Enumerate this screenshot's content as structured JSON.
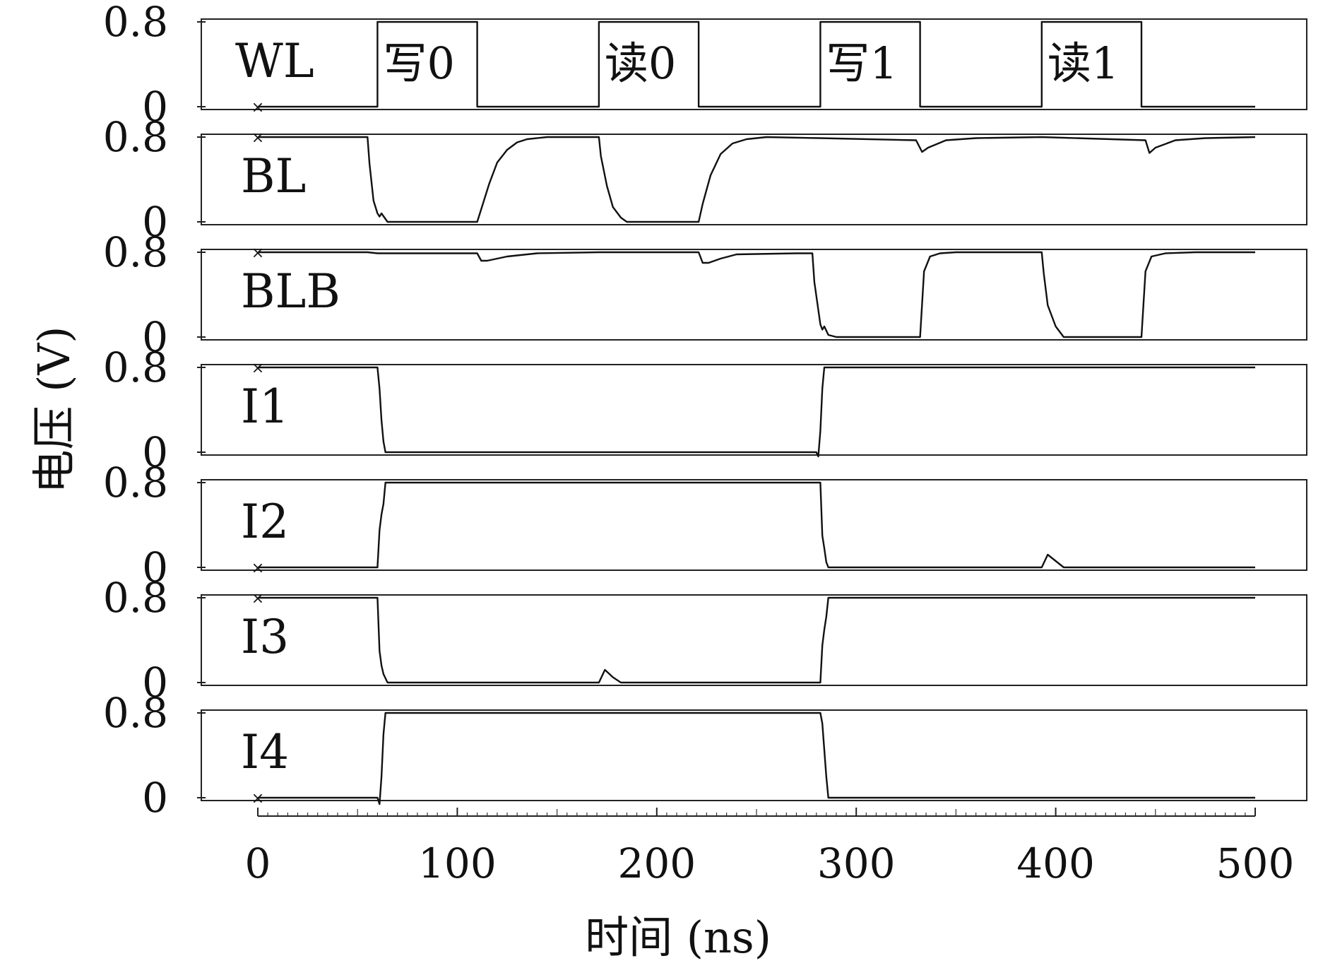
{
  "chart_data": {
    "type": "line",
    "xlabel": "时间 (ns)",
    "ylabel": "电压 (V)",
    "xlim": [
      0,
      500
    ],
    "x_ticks": [
      0,
      100,
      200,
      300,
      400,
      500
    ],
    "x_tick_labels": [
      "0",
      "100",
      "200",
      "300",
      "400",
      "500"
    ],
    "y_tick_labels": [
      "0",
      "0.8"
    ],
    "ylim": [
      0,
      0.8
    ],
    "grid": false,
    "legend": "none",
    "event_labels": [
      {
        "text": "写0",
        "x_start": 60,
        "x_end": 110
      },
      {
        "text": "读0",
        "x_start": 171,
        "x_end": 221
      },
      {
        "text": "写1",
        "x_start": 282,
        "x_end": 332
      },
      {
        "text": "读1",
        "x_start": 393,
        "x_end": 443
      }
    ],
    "series": [
      {
        "name": "WL",
        "x": [
          0,
          60,
          60,
          110,
          110,
          171,
          171,
          221,
          221,
          282,
          282,
          332,
          332,
          393,
          393,
          443,
          443,
          500
        ],
        "values": [
          0,
          0,
          0.8,
          0.8,
          0,
          0,
          0.8,
          0.8,
          0,
          0,
          0.8,
          0.8,
          0,
          0,
          0.8,
          0.8,
          0,
          0
        ]
      },
      {
        "name": "BL",
        "x": [
          0,
          55,
          56,
          58,
          60,
          61,
          62,
          65,
          110,
          112,
          116,
          120,
          125,
          130,
          135,
          145,
          171,
          172,
          175,
          178,
          182,
          185,
          221,
          223,
          227,
          232,
          238,
          245,
          255,
          282,
          330,
          333,
          336,
          345,
          360,
          393,
          445,
          447,
          450,
          460,
          475,
          500
        ],
        "values": [
          0.8,
          0.8,
          0.55,
          0.2,
          0.08,
          0.05,
          0.08,
          0.0,
          0.0,
          0.12,
          0.36,
          0.56,
          0.68,
          0.75,
          0.78,
          0.8,
          0.8,
          0.62,
          0.34,
          0.14,
          0.04,
          0.0,
          0.0,
          0.17,
          0.44,
          0.64,
          0.74,
          0.78,
          0.8,
          0.79,
          0.77,
          0.66,
          0.7,
          0.77,
          0.79,
          0.8,
          0.77,
          0.65,
          0.7,
          0.77,
          0.79,
          0.8
        ]
      },
      {
        "name": "BLB",
        "x": [
          0,
          55,
          60,
          110,
          112,
          115,
          125,
          140,
          171,
          221,
          223,
          226,
          232,
          240,
          270,
          278,
          279,
          282,
          283,
          284,
          286,
          290,
          332,
          334,
          337,
          342,
          350,
          393,
          394,
          396,
          400,
          404,
          443,
          445,
          448,
          455,
          470,
          500
        ],
        "values": [
          0.8,
          0.8,
          0.79,
          0.79,
          0.72,
          0.72,
          0.76,
          0.79,
          0.8,
          0.8,
          0.7,
          0.7,
          0.74,
          0.78,
          0.79,
          0.79,
          0.52,
          0.12,
          0.07,
          0.1,
          0.02,
          0.0,
          0.0,
          0.62,
          0.76,
          0.79,
          0.8,
          0.8,
          0.6,
          0.3,
          0.1,
          0.0,
          0.0,
          0.62,
          0.76,
          0.79,
          0.8,
          0.8
        ]
      },
      {
        "name": "I1",
        "x": [
          0,
          60,
          61,
          62,
          63,
          64,
          280,
          281,
          282,
          283,
          284,
          500
        ],
        "values": [
          0.8,
          0.8,
          0.6,
          0.3,
          0.1,
          0.0,
          0.0,
          -0.04,
          0.2,
          0.6,
          0.8,
          0.8
        ]
      },
      {
        "name": "I2",
        "x": [
          0,
          60,
          61,
          62,
          63,
          64,
          282,
          283,
          284,
          285,
          286,
          393,
          396,
          400,
          404,
          500
        ],
        "values": [
          0,
          0,
          0.35,
          0.5,
          0.6,
          0.8,
          0.8,
          0.3,
          0.18,
          0.05,
          0.0,
          0.0,
          0.12,
          0.06,
          0.0,
          0.0
        ]
      },
      {
        "name": "I3",
        "x": [
          0,
          60,
          61,
          62,
          63,
          65,
          171,
          174,
          178,
          182,
          282,
          283,
          284,
          285,
          286,
          500
        ],
        "values": [
          0.8,
          0.8,
          0.3,
          0.16,
          0.08,
          0.0,
          0.0,
          0.12,
          0.05,
          0.0,
          0.0,
          0.35,
          0.5,
          0.62,
          0.8,
          0.8
        ]
      },
      {
        "name": "I4",
        "x": [
          0,
          60,
          61,
          62,
          63,
          64,
          282,
          283,
          284,
          285,
          286,
          500
        ],
        "values": [
          0,
          0,
          -0.06,
          0.2,
          0.6,
          0.8,
          0.8,
          0.7,
          0.45,
          0.2,
          0.0,
          0.0
        ]
      }
    ]
  }
}
